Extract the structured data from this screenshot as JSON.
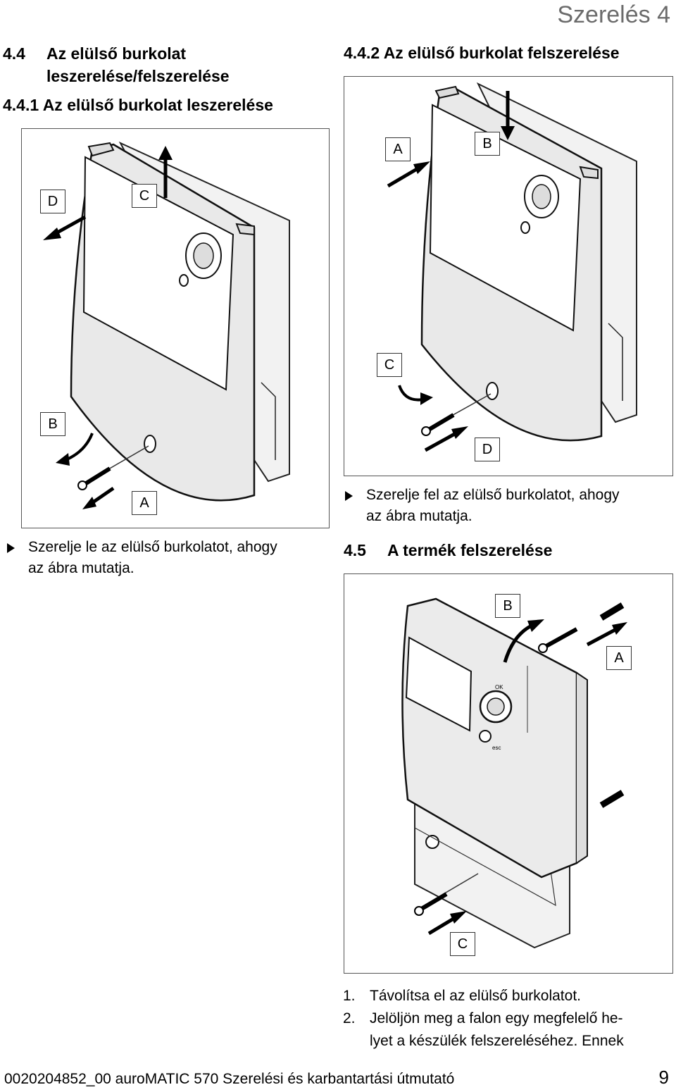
{
  "chapter_header": "Szerelés 4",
  "section_4_4": {
    "number": "4.4",
    "title_line1": "Az elülső burkolat",
    "title_line2": "leszerelése/felszerelése"
  },
  "section_4_4_1": "4.4.1 Az elülső burkolat leszerelése",
  "section_4_4_2": "4.4.2 Az elülső burkolat felszerelése",
  "section_4_5": {
    "number": "4.5",
    "title": "A termék felszerelése"
  },
  "figure1_labels": {
    "d": "D",
    "c": "C",
    "b": "B",
    "a": "A"
  },
  "figure2_labels": {
    "a": "A",
    "b": "B",
    "c": "C",
    "d": "D"
  },
  "figure3_labels": {
    "b": "B",
    "a": "A",
    "c": "C"
  },
  "figure3_knob": {
    "ok": "OK",
    "esc": "esc"
  },
  "instruction_remove": {
    "line1": "Szerelje le az elülső burkolatot, ahogy",
    "line2": "az ábra mutatja."
  },
  "instruction_mount": {
    "line1": "Szerelje fel az elülső burkolatot, ahogy",
    "line2": "az ábra mutatja."
  },
  "steps": [
    {
      "n": "1.",
      "line1": "Távolítsa el az elülső burkolatot.",
      "line2": ""
    },
    {
      "n": "2.",
      "line1": "Jelöljön meg a falon egy megfelelő he-",
      "line2": "lyet a készülék felszereléséhez. Ennek"
    }
  ],
  "footer": "0020204852_00 auroMATIC 570 Szerelési és karbantartási útmutató",
  "page_number": "9"
}
